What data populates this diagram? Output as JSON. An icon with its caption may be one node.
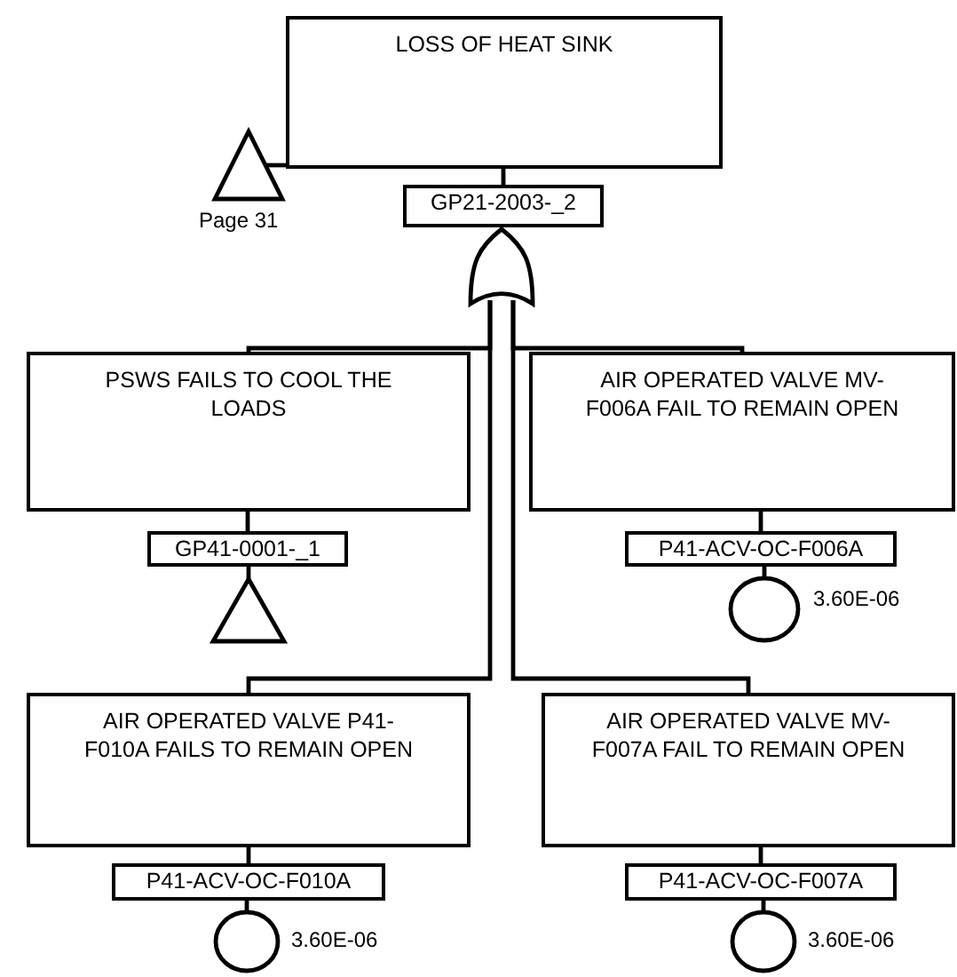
{
  "diagram": {
    "nodes": [
      {
        "text": [
          "LOSS OF HEAT SINK"
        ]
      },
      {
        "text": [],
        "shape": "triangle",
        "beside": [
          "Page 31"
        ]
      },
      {
        "text": [
          "GP21-2003-_2"
        ]
      },
      {
        "text": [],
        "shape": "gate"
      },
      {
        "text": [
          "PSWS FAILS TO COOL THE LOADS"
        ]
      },
      {
        "text": [
          "GP41-0001-_1"
        ]
      },
      {
        "text": [],
        "shape": "triangle"
      },
      {
        "text": [
          "AIR OPERATED VALVE MV-F006A FAIL TO REMAIN OPEN"
        ]
      },
      {
        "text": [
          "P41-ACV-OC-F006A"
        ]
      },
      {
        "text": [],
        "shape": "circle",
        "beside": [
          "3.60E-06"
        ]
      },
      {
        "text": [
          "AIR OPERATED VALVE P41-F010A FAILS TO REMAIN OPEN"
        ]
      },
      {
        "text": [
          "P41-ACV-OC-F010A"
        ]
      },
      {
        "text": [],
        "shape": "circle",
        "beside": [
          "3.60E-06"
        ]
      },
      {
        "text": [
          "AIR OPERATED VALVE MV-F007A FAIL TO REMAIN OPEN"
        ]
      },
      {
        "text": [
          "P41-ACV-OC-F007A"
        ]
      },
      {
        "text": [],
        "shape": "circle",
        "beside": [
          "3.60E-06"
        ]
      }
    ],
    "edges": [
      {
        "from": 0,
        "to": 1,
        "arrow": "none"
      },
      {
        "from": 0,
        "to": 2,
        "arrow": "none"
      },
      {
        "from": 3,
        "to": 4,
        "arrow": "none"
      },
      {
        "from": 3,
        "to": 7,
        "arrow": "none"
      },
      {
        "from": 3,
        "to": 10,
        "arrow": "none"
      },
      {
        "from": 3,
        "to": 13,
        "arrow": "none"
      },
      {
        "from": 4,
        "to": 5,
        "arrow": "none"
      },
      {
        "from": 5,
        "to": 6,
        "arrow": "none"
      },
      {
        "from": 7,
        "to": 8,
        "arrow": "none"
      },
      {
        "from": 8,
        "to": 9,
        "arrow": "none"
      },
      {
        "from": 10,
        "to": 11,
        "arrow": "none"
      },
      {
        "from": 11,
        "to": 12,
        "arrow": "none"
      },
      {
        "from": 13,
        "to": 14,
        "arrow": "none"
      },
      {
        "from": 14,
        "to": 15,
        "arrow": "none"
      }
    ]
  }
}
